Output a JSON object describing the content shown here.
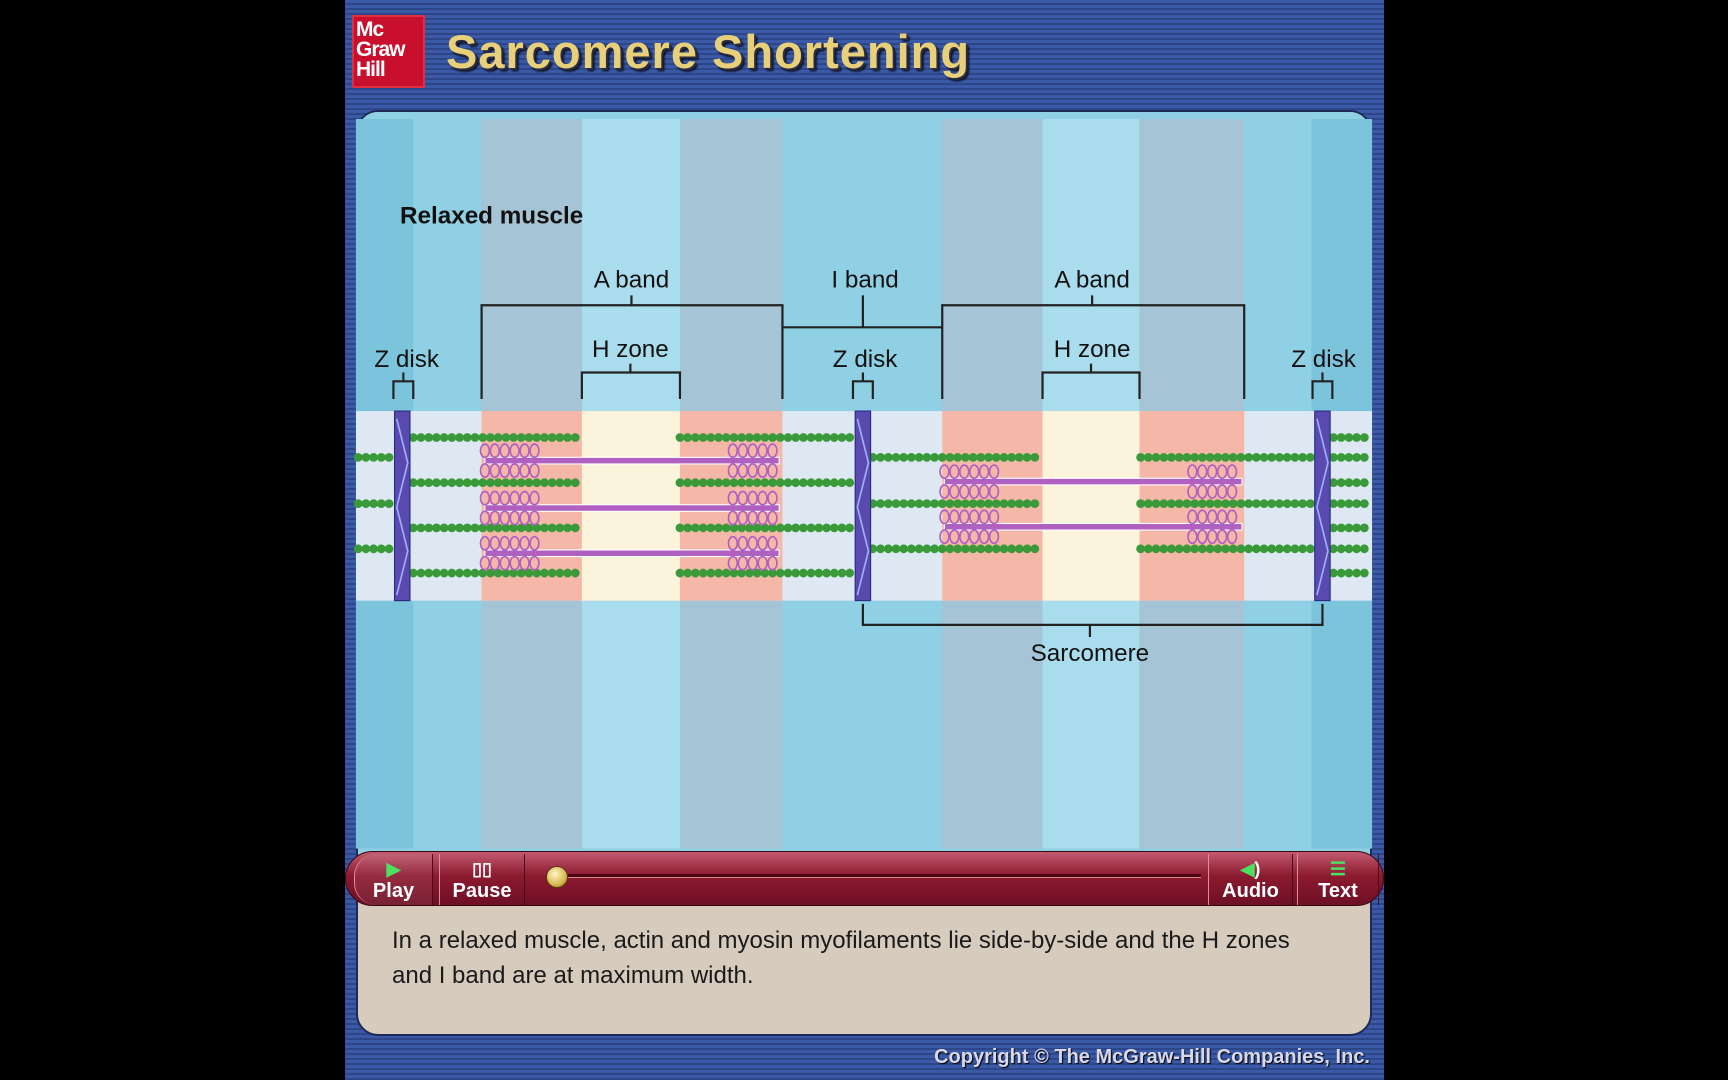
{
  "header": {
    "logo_text": "Mc Graw Hill",
    "title": "Sarcomere Shortening"
  },
  "diagram": {
    "heading": "Relaxed muscle",
    "labels": {
      "a_band_left": "A band",
      "i_band": "I band",
      "a_band_right": "A band",
      "z_disk_left": "Z disk",
      "z_disk_mid": "Z disk",
      "z_disk_right": "Z disk",
      "h_zone_left": "H zone",
      "h_zone_right": "H zone",
      "sarcomere": "Sarcomere"
    },
    "colors": {
      "actin": "#3a9a3a",
      "myosin": "#b060c0",
      "z_disk": "#5a4ab0",
      "a_band": "#f5b8a8",
      "h_zone": "#fbf3dc"
    }
  },
  "controls": {
    "play": "Play",
    "pause": "Pause",
    "audio": "Audio",
    "text": "Text",
    "progress": 0,
    "icons": {
      "play": "play-icon",
      "pause": "pause-icon",
      "audio": "speaker-icon",
      "text": "text-icon"
    }
  },
  "caption": "In a relaxed muscle, actin and myosin myofilaments lie side-by-side and the H zones and I band are at maximum width.",
  "footer": {
    "copyright": "Copyright © The McGraw-Hill Companies, Inc."
  }
}
